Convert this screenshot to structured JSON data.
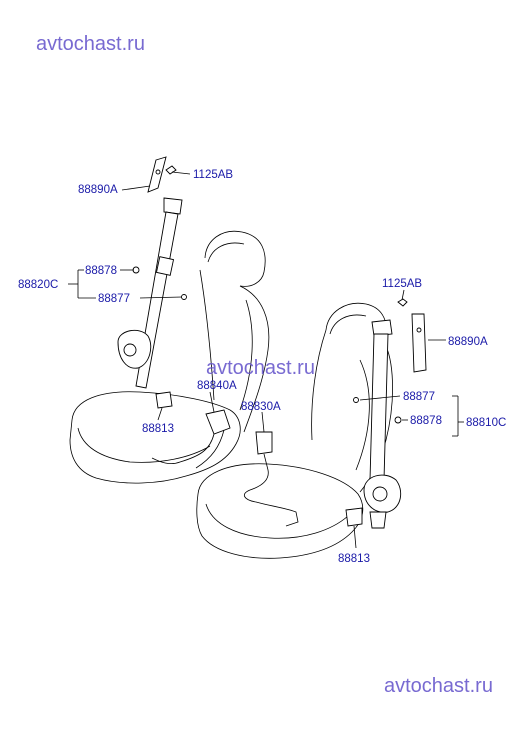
{
  "watermarks": {
    "top": "avtochast.ru",
    "middle": "avtochast.ru",
    "bottom": "avtochast.ru"
  },
  "labels": {
    "p1125AB_left": "1125AB",
    "p88890A_left": "88890A",
    "p88878_left": "88878",
    "p88820C": "88820C",
    "p88877_left": "88877",
    "p88840A": "88840A",
    "p88813_left": "88813",
    "p88830A": "88830A",
    "p1125AB_right": "1125AB",
    "p88890A_right": "88890A",
    "p88877_right": "88877",
    "p88878_right": "88878",
    "p88810C": "88810C",
    "p88813_right": "88813"
  }
}
